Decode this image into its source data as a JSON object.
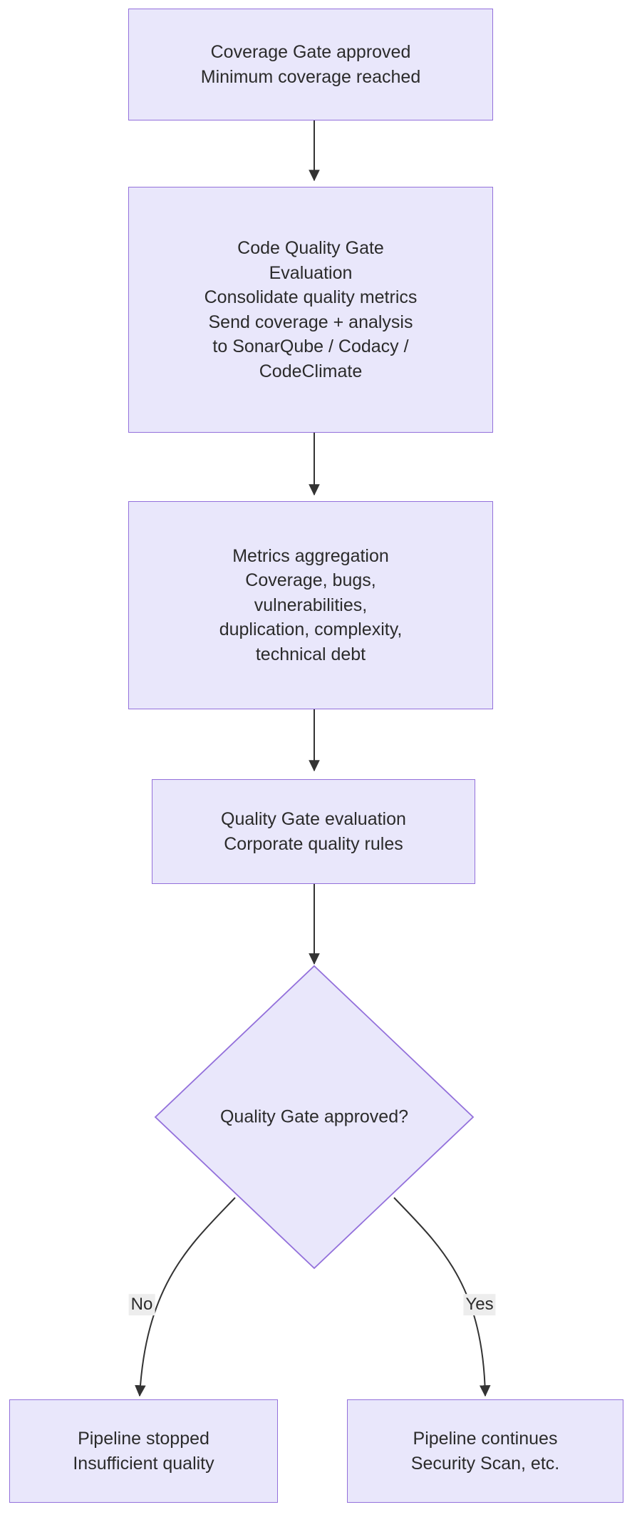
{
  "diagram": {
    "type": "flowchart",
    "direction": "top-to-bottom",
    "theme": {
      "node_fill": "#e9e7fb",
      "node_border": "#9370db",
      "text_color": "#2b2b2b",
      "edge_color": "#333333",
      "edge_label_bg": "#ededed",
      "background": "#ffffff"
    },
    "nodes": [
      {
        "id": "coverage-gate-approved",
        "shape": "rect",
        "lines": [
          "Coverage Gate approved",
          "Minimum coverage reached"
        ]
      },
      {
        "id": "code-quality-gate",
        "shape": "rect",
        "lines": [
          "Code Quality Gate",
          "Evaluation",
          "Consolidate quality metrics",
          "Send coverage + analysis",
          "to SonarQube / Codacy /",
          "CodeClimate"
        ]
      },
      {
        "id": "metrics-aggregation",
        "shape": "rect",
        "lines": [
          "Metrics aggregation",
          "Coverage, bugs,",
          "vulnerabilities,",
          "duplication, complexity,",
          "technical debt"
        ]
      },
      {
        "id": "quality-gate-evaluation",
        "shape": "rect",
        "lines": [
          "Quality Gate evaluation",
          "Corporate quality rules"
        ]
      },
      {
        "id": "quality-gate-decision",
        "shape": "diamond",
        "lines": [
          "Quality Gate approved?"
        ]
      },
      {
        "id": "pipeline-stopped",
        "shape": "rect",
        "lines": [
          "Pipeline stopped",
          "Insufficient quality"
        ]
      },
      {
        "id": "pipeline-continues",
        "shape": "rect",
        "lines": [
          "Pipeline continues",
          "Security Scan, etc."
        ]
      }
    ],
    "edges": [
      {
        "from": "coverage-gate-approved",
        "to": "code-quality-gate",
        "label": ""
      },
      {
        "from": "code-quality-gate",
        "to": "metrics-aggregation",
        "label": ""
      },
      {
        "from": "metrics-aggregation",
        "to": "quality-gate-evaluation",
        "label": ""
      },
      {
        "from": "quality-gate-evaluation",
        "to": "quality-gate-decision",
        "label": ""
      },
      {
        "from": "quality-gate-decision",
        "to": "pipeline-stopped",
        "label": "No"
      },
      {
        "from": "quality-gate-decision",
        "to": "pipeline-continues",
        "label": "Yes"
      }
    ],
    "edge_labels": {
      "no": "No",
      "yes": "Yes"
    }
  }
}
